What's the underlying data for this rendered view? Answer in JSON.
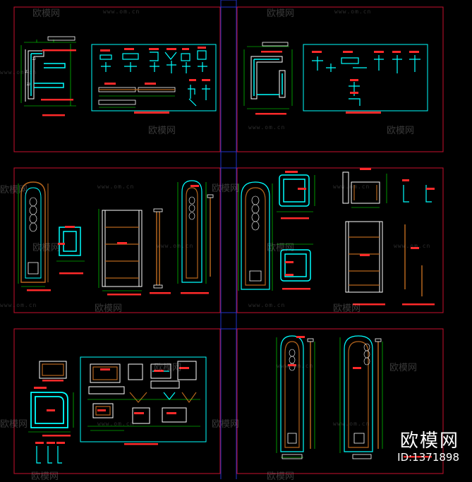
{
  "watermark": {
    "brand": "欧模网",
    "url": "www.om.cn"
  },
  "footer": {
    "brand": "欧模网",
    "id_label": "ID:1371898"
  },
  "colors": {
    "frame": "#c8102e",
    "divider": "#2233cc",
    "outline": "#00ffff",
    "dim": "#00ff00",
    "label": "#ff2a2a",
    "wood": "#b5651d",
    "white": "#ffffff",
    "yellow": "#ffff00"
  }
}
